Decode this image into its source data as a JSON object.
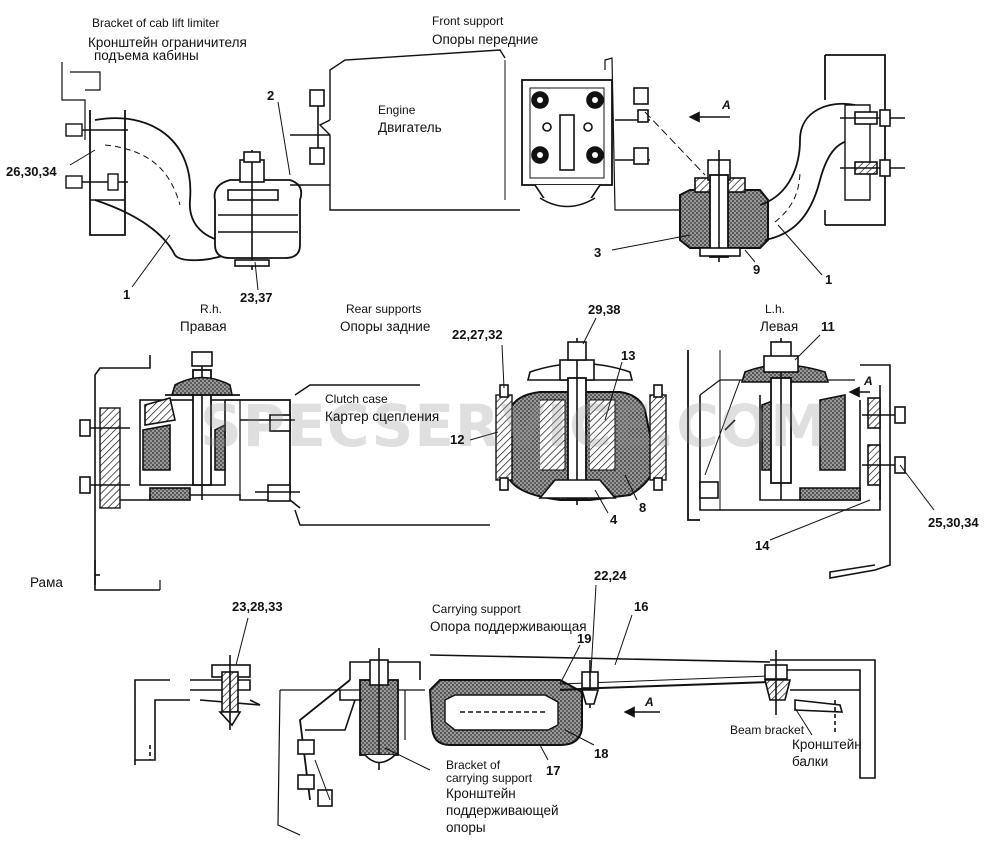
{
  "front": {
    "bracket_label_en": "Bracket of cab lift limiter",
    "bracket_label_ru_1": "Кронштейн ограничителя",
    "bracket_label_ru_2": "подъема кабины",
    "support_en": "Front support",
    "support_ru": "Опоры передние",
    "engine_en": "Engine",
    "engine_ru": "Двигатель",
    "view_a": "A"
  },
  "rear": {
    "rh_en": "R.h.",
    "rh_ru": "Правая",
    "lh_en": "L.h.",
    "lh_ru": "Левая",
    "supports_en": "Rear supports",
    "supports_ru": "Опоры задние",
    "clutch_en": "Clutch case",
    "clutch_ru": "Картер сцепления",
    "frame_ru": "Рама",
    "view_a": "A"
  },
  "carrying": {
    "support_en": "Carrying support",
    "support_ru": "Опора поддерживающая",
    "bracket_en_1": "Bracket of",
    "bracket_en_2": "carrying support",
    "bracket_ru_1": "Кронштейн",
    "bracket_ru_2": "поддерживающей",
    "bracket_ru_3": "опоры",
    "beam_en": "Beam bracket",
    "beam_ru_1": "Кронштейн",
    "beam_ru_2": "балки",
    "view_a": "A"
  },
  "callouts": {
    "c2": "2",
    "c26_30_34": "26,30,34",
    "c1_left": "1",
    "c23_37": "23,37",
    "c3": "3",
    "c9": "9",
    "c1_right": "1",
    "c22_27_32": "22,27,32",
    "c29_38": "29,38",
    "c13": "13",
    "c11": "11",
    "c12": "12",
    "c4": "4",
    "c8": "8",
    "c25_30_34": "25,30,34",
    "c14": "14",
    "c22_24": "22,24",
    "c16": "16",
    "c19": "19",
    "c23_28_33": "23,28,33",
    "c18": "18",
    "c17": "17"
  },
  "watermark": "SPECSERVICE.COM"
}
